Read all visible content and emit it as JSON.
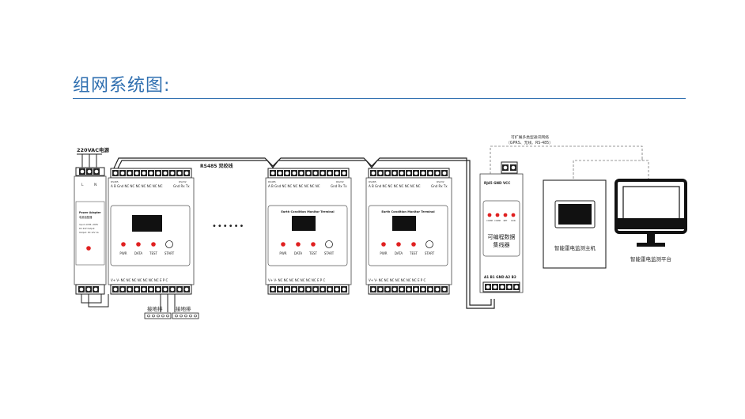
{
  "page": {
    "title": "组网系统图:"
  },
  "power": {
    "label": "220VAC电源",
    "term_L": "L",
    "term_N": "N"
  },
  "bus": {
    "label": "RS485 双绞线",
    "pins_left": "A  B  Gnd NC NC NC NC NC NC NC",
    "pins_right": "Gnd Rx  Tx",
    "rs485_small": "RS485",
    "rs232_small": "RS232"
  },
  "adapter": {
    "name": "Power Adapter",
    "name_cn": "电源适配器",
    "spec1": "Input: AC85~265V",
    "spec2": "DC 24V Output",
    "spec3": "Output: DC 12V 1A"
  },
  "monitor": {
    "name": "Earth Condition Monitor Terminal",
    "leds": [
      "PWR",
      "DATA",
      "TEST",
      "START"
    ],
    "bottom_pins": "V+ V- NC NC NC NC NC NC NC  E   P   C"
  },
  "ground": {
    "label": "接地排"
  },
  "ellipsis": "••••••",
  "collector": {
    "top_pins": "RJ45   GND VCC",
    "label_line1": "可编程数据",
    "label_line2": "集线器",
    "bottom_pins": "A1 B1 GND A2 B2",
    "led_labels": [
      "COMM",
      "COMM",
      "NET",
      "RUN"
    ]
  },
  "network_note": {
    "line1": "可扩展多类型通讯网络",
    "line2": "（GPRS、无线、RS-485）"
  },
  "host": {
    "label": "智能雷电监测主机"
  },
  "platform": {
    "label": "智能雷电监测平台"
  }
}
